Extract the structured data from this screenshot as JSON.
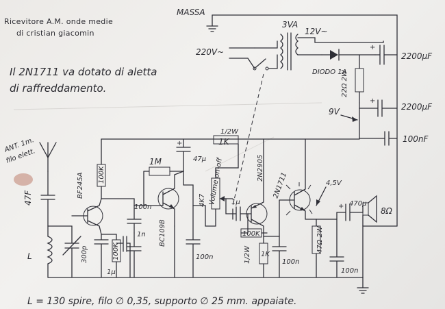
{
  "title": {
    "line1": "Ricevitore A.M. onde medie",
    "line2": "di cristian giacomin"
  },
  "note": {
    "line1": "Il 2N1711 va dotato di aletta",
    "line2": "di raffreddamento."
  },
  "labels": {
    "massa": "MASSA",
    "mains": "220V~",
    "transformer": "3VA",
    "secondary": "12V~",
    "diode": "DIODO 1A",
    "r22": "22Ω 2W",
    "c2200a": "2200μF",
    "c2200b": "2200μF",
    "v9": "9V",
    "c100nf": "100nF",
    "r1k": "1K",
    "r1k_power": "1/2W",
    "antenna": "ANT. 1m.",
    "antenna_sub": "filo elett.",
    "c47f": "47F",
    "coil": "L",
    "bf245a": "BF245A",
    "r100k_a": "100K",
    "c100n_a": "100n",
    "r1m": "1M",
    "bc109b": "BC109B",
    "c47u": "47μ",
    "c1n": "1n",
    "c300p": "300p",
    "r100k_b": "100K",
    "c1u": "1μ",
    "c100n_b": "100n",
    "r4k7": "4K7",
    "volume": "Volume on-off",
    "c1u_b": "1μ",
    "q2n2905": "2N2905",
    "r100k_c": "100K",
    "r1k_b": "1K",
    "r1k_b_power": "1/2W",
    "c100n_c": "100n",
    "q2n1711": "2N1711",
    "v45": "4,5V",
    "c470u": "470μ",
    "speaker": "8Ω",
    "r47": "47Ω 2W",
    "c100n_d": "100n"
  },
  "footer": "L = 130 spire, filo ∅ 0,35, supporto ∅ 25 mm. appaiate."
}
